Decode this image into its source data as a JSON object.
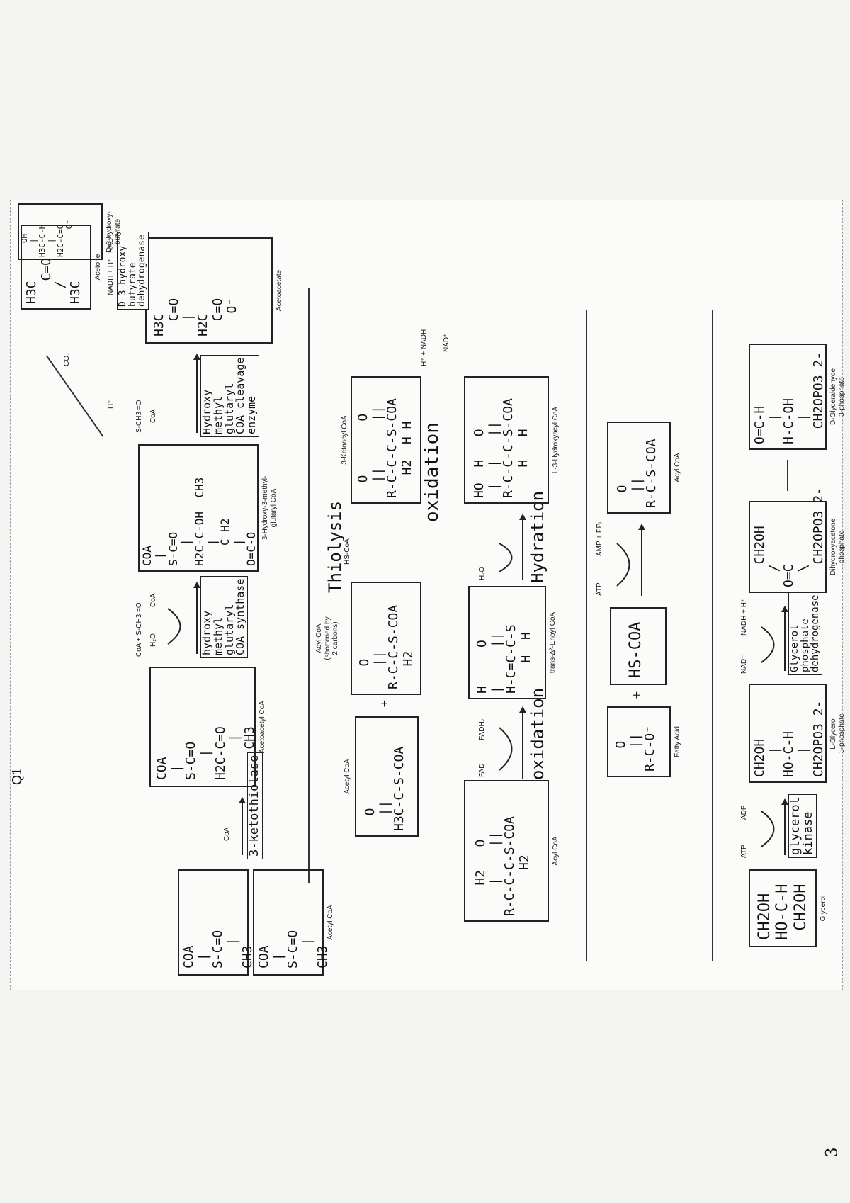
{
  "question_label": "Q1",
  "page_number": "3",
  "section1": {
    "glycerol": {
      "struct": "CH2OH\nHO-C-H\n CH2OH",
      "caption": "Glycerol"
    },
    "step1": {
      "cofactor_in": "ATP",
      "cofactor_out": "ADP",
      "enzyme": "glycerol\nkinase"
    },
    "l_glycerol_3p": {
      "struct": "CH2OH\n   |\nHO-C-H\n   |\nCH2OPO3 2-",
      "caption": "L-Glycerol\n3-phosphate"
    },
    "step2": {
      "cofactor_in": "NAD⁺",
      "cofactor_out": "NADH + H⁺",
      "enzyme": "Glycerol\nphosphate\ndehydrogenase"
    },
    "dhap": {
      "struct": "   CH2OH\n  /\nO=C\n  \\\n   CH2OPO3 2-",
      "caption": "Dihydroxyacetone\nphosphate"
    },
    "g3p": {
      "struct": "O=C-H\n   |\nH-C-OH\n   |\n  CH2OPO3 2-",
      "caption": "D-Glyceraldehyde\n3-phosphate"
    }
  },
  "section2": {
    "fatty_acid": {
      "struct": "   O\n   ||\nR-C-O⁻",
      "caption": "Fatty Acid"
    },
    "hs_coa": {
      "struct": "HS-COA"
    },
    "step": {
      "cofactor_in": "ATP",
      "cofactor_out": "AMP + PPᵢ"
    },
    "acyl_coa": {
      "struct": "  O\n  ||\nR-C-S-COA",
      "caption": "Acyl CoA"
    }
  },
  "section3": {
    "acyl_coa": {
      "struct": "    H2   O\n    |    ||\nR-C-C-C-S-COA\n      H2",
      "caption": "Acyl CoA"
    },
    "step1": {
      "cofactor_in": "FAD",
      "cofactor_out": "FADH₂",
      "label": "oxidation"
    },
    "trans_enoyl": {
      "struct": "H     O\n|     ||\nH-C=C-C-S\n    H  H",
      "caption": "trans-Δ²-Enoyl CoA"
    },
    "step2": {
      "cofactor_in": "H₂O",
      "label": "Hydration"
    },
    "hydroxyacyl": {
      "struct": "HO  H   O\n |  |   ||\nR-C-C-C-S-COA\n    H   H",
      "caption": "L-3-Hydroxyacyl CoA"
    },
    "step3": {
      "cofactor_in": "NAD⁺",
      "cofactor_out": "H⁺ + NADH",
      "label": "oxidation"
    },
    "ketoacyl": {
      "struct": "  O       O\n  ||      ||\nR-C-C-C-S-COA\n   H2  H H",
      "caption": "3-Ketoacyl CoA"
    },
    "step4": {
      "cofactor_in": "HS-CoA",
      "label": "Thiolysis"
    },
    "acyl_coa_short": {
      "struct": "   O\n   ||\nR-C-C-S-COA\n   H2",
      "caption": "Acyl CoA\n(shortened by\n2 carbons)"
    },
    "acetyl_coa": {
      "struct": "  O\n  ||\nH3C-C-S-COA",
      "caption": "Acetyl CoA"
    }
  },
  "section4": {
    "acetyl_coa": {
      "struct1": "COA\n |\nS-C=O\n   |\nCH3",
      "struct2": "COA\n |\nS-C=O\n   |\nCH3",
      "caption": "Acetyl CoA"
    },
    "step1": {
      "cofactor_out": "CoA",
      "enzyme": "3-ketothiolase"
    },
    "acetoacetyl_coa": {
      "struct": "COA\n |\nS-C=O\n   |\nH2C-C=O\n     |\n    CH3",
      "caption": "Acetoacetyl CoA"
    },
    "step2": {
      "cofactor_in": "H₂O",
      "side_in": "CoA + S-CH3 =O",
      "cofactor_out": "CoA",
      "enzyme": "hydroxy\nmethyl\nglutaryl\nCOA synthase"
    },
    "hmg_coa": {
      "struct": "COA\n |\nS-C=O\n   |\nH2C-C-OH  CH3\n   |\n   C H2\n   |\nO=C-O⁻",
      "caption": "3-Hydroxy-3-methyl-\nglutaryl CoA"
    },
    "step3": {
      "cofactor_out": "CoA",
      "side_out": "S-CH3 =O",
      "enzyme": "Hydroxy\nmethyl\nglutaryl\nCOA cleavage\nenzyme"
    },
    "acetoacetate": {
      "struct": "H3C\n  C=O\n  |\nH2C\n  C=O\n   O⁻",
      "caption": "Acetoacetate"
    },
    "step4": {
      "cofactor_in": "NADH + H⁺",
      "cofactor_out": "NAD⁺",
      "enzyme": "D-3-hydroxy\nbutyrate\ndehydrogenase"
    },
    "hydroxybutyrate": {
      "struct": "   OH\n   |\nH3C-C-H\n   |\nH2C-C=O\n      O⁻",
      "caption": "D-3-hydroxy-\nbutyrate"
    },
    "step5": {
      "cofactor_in": "H⁺",
      "cofactor_out": "CO₂"
    },
    "acetone": {
      "struct": "H3C\n   C=O\n  /\nH3C",
      "caption": "Acetone"
    }
  }
}
